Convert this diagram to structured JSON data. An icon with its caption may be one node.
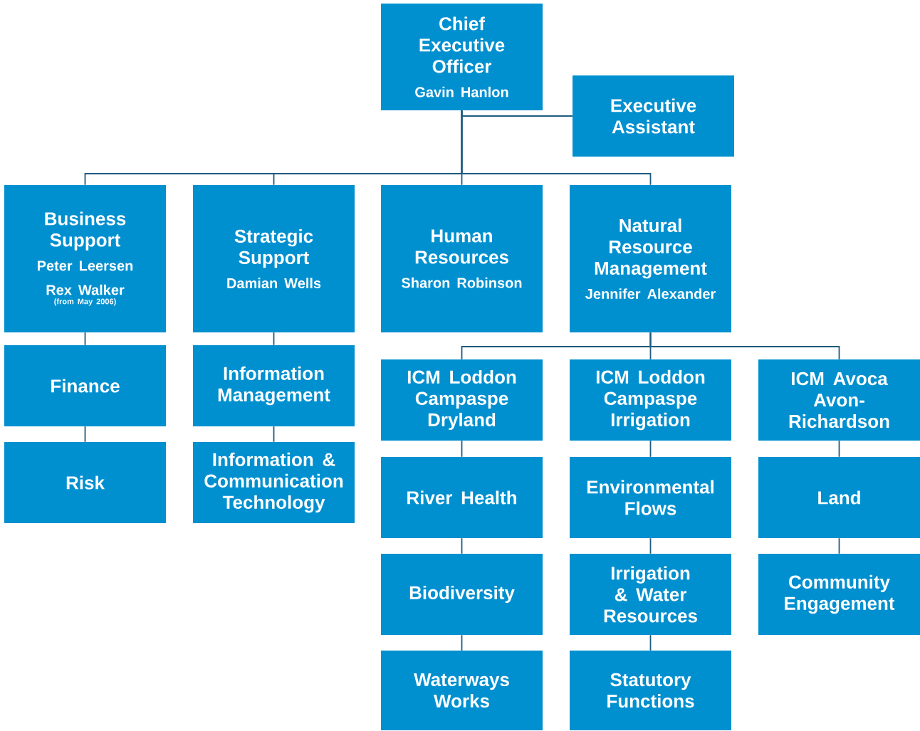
{
  "diagram": {
    "nodes": [
      {
        "text": [
          "Chief Executive Officer",
          "Gavin Hanlon"
        ]
      },
      {
        "text": [
          "Executive Assistant"
        ]
      },
      {
        "text": [
          "Business Support",
          "Peter Leersen",
          "Rex Walker",
          "(from May 2006)"
        ]
      },
      {
        "text": [
          "Strategic Support",
          "Damian Wells"
        ]
      },
      {
        "text": [
          "Human Resources",
          "Sharon Robinson"
        ]
      },
      {
        "text": [
          "Natural Resource Management",
          "Jennifer Alexander"
        ]
      },
      {
        "text": [
          "Finance"
        ]
      },
      {
        "text": [
          "Risk"
        ]
      },
      {
        "text": [
          "Information Management"
        ]
      },
      {
        "text": [
          "Information & Communication Technology"
        ]
      },
      {
        "text": [
          "ICM Loddon Campaspe Dryland"
        ]
      },
      {
        "text": [
          "ICM Loddon Campaspe Irrigation"
        ]
      },
      {
        "text": [
          "ICM Avoca Avon-Richardson"
        ]
      },
      {
        "text": [
          "River Health"
        ]
      },
      {
        "text": [
          "Environmental Flows"
        ]
      },
      {
        "text": [
          "Land"
        ]
      },
      {
        "text": [
          "Biodiversity"
        ]
      },
      {
        "text": [
          "Irrigation & Water Resources"
        ]
      },
      {
        "text": [
          "Community Engagement"
        ]
      },
      {
        "text": [
          "Waterways Works"
        ]
      },
      {
        "text": [
          "Statutory Functions"
        ]
      }
    ],
    "edges": [
      {
        "from": 0,
        "to": 1,
        "arrow": "none"
      },
      {
        "from": 0,
        "to": 2,
        "arrow": "none"
      },
      {
        "from": 0,
        "to": 3,
        "arrow": "none"
      },
      {
        "from": 0,
        "to": 4,
        "arrow": "none"
      },
      {
        "from": 0,
        "to": 5,
        "arrow": "none"
      },
      {
        "from": 2,
        "to": 6,
        "arrow": "none"
      },
      {
        "from": 6,
        "to": 7,
        "arrow": "none"
      },
      {
        "from": 3,
        "to": 8,
        "arrow": "none"
      },
      {
        "from": 8,
        "to": 9,
        "arrow": "none"
      },
      {
        "from": 5,
        "to": 10,
        "arrow": "none"
      },
      {
        "from": 5,
        "to": 11,
        "arrow": "none"
      },
      {
        "from": 5,
        "to": 12,
        "arrow": "none"
      },
      {
        "from": 10,
        "to": 13,
        "arrow": "none"
      },
      {
        "from": 13,
        "to": 16,
        "arrow": "none"
      },
      {
        "from": 16,
        "to": 19,
        "arrow": "none"
      },
      {
        "from": 11,
        "to": 14,
        "arrow": "none"
      },
      {
        "from": 14,
        "to": 17,
        "arrow": "none"
      },
      {
        "from": 17,
        "to": 20,
        "arrow": "none"
      },
      {
        "from": 12,
        "to": 15,
        "arrow": "none"
      },
      {
        "from": 15,
        "to": 18,
        "arrow": "none"
      }
    ]
  }
}
